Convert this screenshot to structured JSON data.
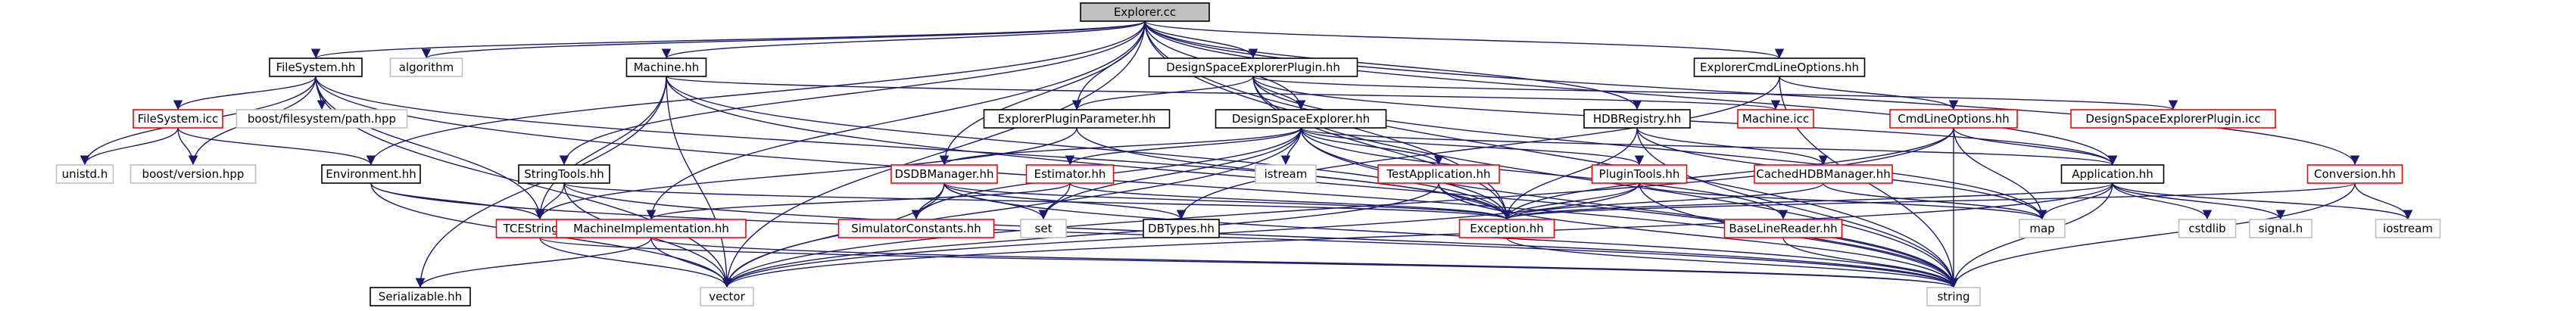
{
  "graph": {
    "root": "Explorer.cc",
    "colors": {
      "edge": "#191970",
      "root_fill": "#bfbfbf",
      "node_border": "#000000",
      "missing_border": "#ff0000",
      "system_border": "#bfbfbf",
      "text": "#000000"
    },
    "nodes": [
      {
        "id": "explorer_cc",
        "label": "Explorer.cc",
        "kind": "root"
      },
      {
        "id": "filesystem_hh",
        "label": "FileSystem.hh",
        "kind": "normal"
      },
      {
        "id": "algorithm",
        "label": "algorithm",
        "kind": "system"
      },
      {
        "id": "machine_hh",
        "label": "Machine.hh",
        "kind": "normal"
      },
      {
        "id": "dsep_hh",
        "label": "DesignSpaceExplorerPlugin.hh",
        "kind": "normal"
      },
      {
        "id": "explorer_cmdline_hh",
        "label": "ExplorerCmdLineOptions.hh",
        "kind": "normal"
      },
      {
        "id": "filesystem_icc",
        "label": "FileSystem.icc",
        "kind": "missing"
      },
      {
        "id": "boost_fs_path",
        "label": "boost/filesystem/path.hpp",
        "kind": "system"
      },
      {
        "id": "explorer_plugin_param_hh",
        "label": "ExplorerPluginParameter.hh",
        "kind": "normal"
      },
      {
        "id": "dse_hh",
        "label": "DesignSpaceExplorer.hh",
        "kind": "normal"
      },
      {
        "id": "hdbregistry_hh",
        "label": "HDBRegistry.hh",
        "kind": "normal"
      },
      {
        "id": "machine_icc",
        "label": "Machine.icc",
        "kind": "missing"
      },
      {
        "id": "cmdlineoptions_hh",
        "label": "CmdLineOptions.hh",
        "kind": "missing"
      },
      {
        "id": "dsep_icc",
        "label": "DesignSpaceExplorerPlugin.icc",
        "kind": "missing"
      },
      {
        "id": "unistd_h",
        "label": "unistd.h",
        "kind": "system"
      },
      {
        "id": "boost_version",
        "label": "boost/version.hpp",
        "kind": "system"
      },
      {
        "id": "environment_hh",
        "label": "Environment.hh",
        "kind": "normal"
      },
      {
        "id": "stringtools_hh",
        "label": "StringTools.hh",
        "kind": "normal"
      },
      {
        "id": "dsdbmanager_hh",
        "label": "DSDBManager.hh",
        "kind": "missing"
      },
      {
        "id": "estimator_hh",
        "label": "Estimator.hh",
        "kind": "missing"
      },
      {
        "id": "istream",
        "label": "istream",
        "kind": "system"
      },
      {
        "id": "testapplication_hh",
        "label": "TestApplication.hh",
        "kind": "missing"
      },
      {
        "id": "plugintools_hh",
        "label": "PluginTools.hh",
        "kind": "missing"
      },
      {
        "id": "cachedhdbmanager_hh",
        "label": "CachedHDBManager.hh",
        "kind": "missing"
      },
      {
        "id": "application_hh",
        "label": "Application.hh",
        "kind": "normal"
      },
      {
        "id": "conversion_hh",
        "label": "Conversion.hh",
        "kind": "missing"
      },
      {
        "id": "tcestring_hh",
        "label": "TCEString.hh",
        "kind": "missing"
      },
      {
        "id": "machineimpl_hh",
        "label": "MachineImplementation.hh",
        "kind": "missing"
      },
      {
        "id": "simulatorconstants_hh",
        "label": "SimulatorConstants.hh",
        "kind": "missing"
      },
      {
        "id": "set",
        "label": "set",
        "kind": "system"
      },
      {
        "id": "dbtypes_hh",
        "label": "DBTypes.hh",
        "kind": "normal"
      },
      {
        "id": "exception_hh",
        "label": "Exception.hh",
        "kind": "missing"
      },
      {
        "id": "baselinereader_hh",
        "label": "BaseLineReader.hh",
        "kind": "missing"
      },
      {
        "id": "map",
        "label": "map",
        "kind": "system"
      },
      {
        "id": "cstdlib",
        "label": "cstdlib",
        "kind": "system"
      },
      {
        "id": "signal_h",
        "label": "signal.h",
        "kind": "system"
      },
      {
        "id": "iostream",
        "label": "iostream",
        "kind": "system"
      },
      {
        "id": "serializable_hh",
        "label": "Serializable.hh",
        "kind": "normal"
      },
      {
        "id": "vector",
        "label": "vector",
        "kind": "system"
      },
      {
        "id": "string",
        "label": "string",
        "kind": "system"
      }
    ],
    "edges": [
      [
        "explorer_cc",
        "filesystem_hh"
      ],
      [
        "explorer_cc",
        "algorithm"
      ],
      [
        "explorer_cc",
        "machine_hh"
      ],
      [
        "explorer_cc",
        "dsep_hh"
      ],
      [
        "explorer_cc",
        "explorer_cmdline_hh"
      ],
      [
        "explorer_cc",
        "environment_hh"
      ],
      [
        "explorer_cc",
        "stringtools_hh"
      ],
      [
        "explorer_cc",
        "dsdbmanager_hh"
      ],
      [
        "explorer_cc",
        "dse_hh"
      ],
      [
        "explorer_cc",
        "hdbregistry_hh"
      ],
      [
        "explorer_cc",
        "exception_hh"
      ],
      [
        "explorer_cc",
        "application_hh"
      ],
      [
        "explorer_cc",
        "conversion_hh"
      ],
      [
        "explorer_cc",
        "machineimpl_hh"
      ],
      [
        "explorer_cc",
        "explorer_plugin_param_hh"
      ],
      [
        "explorer_cc",
        "vector"
      ],
      [
        "explorer_cc",
        "string"
      ],
      [
        "filesystem_hh",
        "filesystem_icc"
      ],
      [
        "filesystem_hh",
        "boost_fs_path"
      ],
      [
        "filesystem_hh",
        "unistd_h"
      ],
      [
        "filesystem_hh",
        "boost_version"
      ],
      [
        "filesystem_hh",
        "tcestring_hh"
      ],
      [
        "filesystem_hh",
        "exception_hh"
      ],
      [
        "filesystem_hh",
        "vector"
      ],
      [
        "filesystem_hh",
        "string"
      ],
      [
        "filesystem_icc",
        "environment_hh"
      ],
      [
        "filesystem_icc",
        "unistd_h"
      ],
      [
        "filesystem_icc",
        "boost_version"
      ],
      [
        "machine_hh",
        "machine_icc"
      ],
      [
        "machine_hh",
        "tcestring_hh"
      ],
      [
        "machine_hh",
        "serializable_hh"
      ],
      [
        "machine_hh",
        "exception_hh"
      ],
      [
        "machine_hh",
        "vector"
      ],
      [
        "machine_hh",
        "string"
      ],
      [
        "dsep_hh",
        "explorer_plugin_param_hh"
      ],
      [
        "dsep_hh",
        "dse_hh"
      ],
      [
        "dsep_hh",
        "dsep_icc"
      ],
      [
        "dsep_hh",
        "exception_hh"
      ],
      [
        "dsep_hh",
        "application_hh"
      ],
      [
        "dsep_hh",
        "map"
      ],
      [
        "dsep_hh",
        "string"
      ],
      [
        "explorer_cmdline_hh",
        "cmdlineoptions_hh"
      ],
      [
        "explorer_cmdline_hh",
        "dbtypes_hh"
      ],
      [
        "explorer_cmdline_hh",
        "string"
      ],
      [
        "explorer_plugin_param_hh",
        "tcestring_hh"
      ],
      [
        "explorer_plugin_param_hh",
        "exception_hh"
      ],
      [
        "dse_hh",
        "dsdbmanager_hh"
      ],
      [
        "dse_hh",
        "estimator_hh"
      ],
      [
        "dse_hh",
        "istream"
      ],
      [
        "dse_hh",
        "testapplication_hh"
      ],
      [
        "dse_hh",
        "plugintools_hh"
      ],
      [
        "dse_hh",
        "exception_hh"
      ],
      [
        "dse_hh",
        "set"
      ],
      [
        "dse_hh",
        "vector"
      ],
      [
        "dse_hh",
        "string"
      ],
      [
        "dse_hh",
        "simulatorconstants_hh"
      ],
      [
        "dse_hh",
        "baselinereader_hh"
      ],
      [
        "dse_hh",
        "application_hh"
      ],
      [
        "hdbregistry_hh",
        "cachedhdbmanager_hh"
      ],
      [
        "hdbregistry_hh",
        "exception_hh"
      ],
      [
        "hdbregistry_hh",
        "map"
      ],
      [
        "hdbregistry_hh",
        "string"
      ],
      [
        "cmdlineoptions_hh",
        "application_hh"
      ],
      [
        "cmdlineoptions_hh",
        "exception_hh"
      ],
      [
        "cmdlineoptions_hh",
        "map"
      ],
      [
        "cmdlineoptions_hh",
        "vector"
      ],
      [
        "cmdlineoptions_hh",
        "string"
      ],
      [
        "environment_hh",
        "tcestring_hh"
      ],
      [
        "environment_hh",
        "vector"
      ],
      [
        "environment_hh",
        "string"
      ],
      [
        "stringtools_hh",
        "tcestring_hh"
      ],
      [
        "stringtools_hh",
        "exception_hh"
      ],
      [
        "stringtools_hh",
        "vector"
      ],
      [
        "stringtools_hh",
        "string"
      ],
      [
        "dsdbmanager_hh",
        "simulatorconstants_hh"
      ],
      [
        "dsdbmanager_hh",
        "set"
      ],
      [
        "dsdbmanager_hh",
        "dbtypes_hh"
      ],
      [
        "dsdbmanager_hh",
        "exception_hh"
      ],
      [
        "dsdbmanager_hh",
        "vector"
      ],
      [
        "dsdbmanager_hh",
        "string"
      ],
      [
        "estimator_hh",
        "set"
      ],
      [
        "estimator_hh",
        "exception_hh"
      ],
      [
        "estimator_hh",
        "machineimpl_hh"
      ],
      [
        "testapplication_hh",
        "exception_hh"
      ],
      [
        "testapplication_hh",
        "vector"
      ],
      [
        "testapplication_hh",
        "string"
      ],
      [
        "plugintools_hh",
        "exception_hh"
      ],
      [
        "plugintools_hh",
        "map"
      ],
      [
        "plugintools_hh",
        "vector"
      ],
      [
        "plugintools_hh",
        "string"
      ],
      [
        "cachedhdbmanager_hh",
        "map"
      ],
      [
        "cachedhdbmanager_hh",
        "exception_hh"
      ],
      [
        "application_hh",
        "exception_hh"
      ],
      [
        "application_hh",
        "map"
      ],
      [
        "application_hh",
        "cstdlib"
      ],
      [
        "application_hh",
        "signal_h"
      ],
      [
        "application_hh",
        "iostream"
      ],
      [
        "application_hh",
        "vector"
      ],
      [
        "application_hh",
        "string"
      ],
      [
        "conversion_hh",
        "exception_hh"
      ],
      [
        "conversion_hh",
        "iostream"
      ],
      [
        "conversion_hh",
        "string"
      ],
      [
        "tcestring_hh",
        "vector"
      ],
      [
        "tcestring_hh",
        "string"
      ],
      [
        "machineimpl_hh",
        "serializable_hh"
      ],
      [
        "machineimpl_hh",
        "vector"
      ],
      [
        "machineimpl_hh",
        "string"
      ],
      [
        "exception_hh",
        "string"
      ],
      [
        "baselinereader_hh",
        "string"
      ]
    ]
  }
}
